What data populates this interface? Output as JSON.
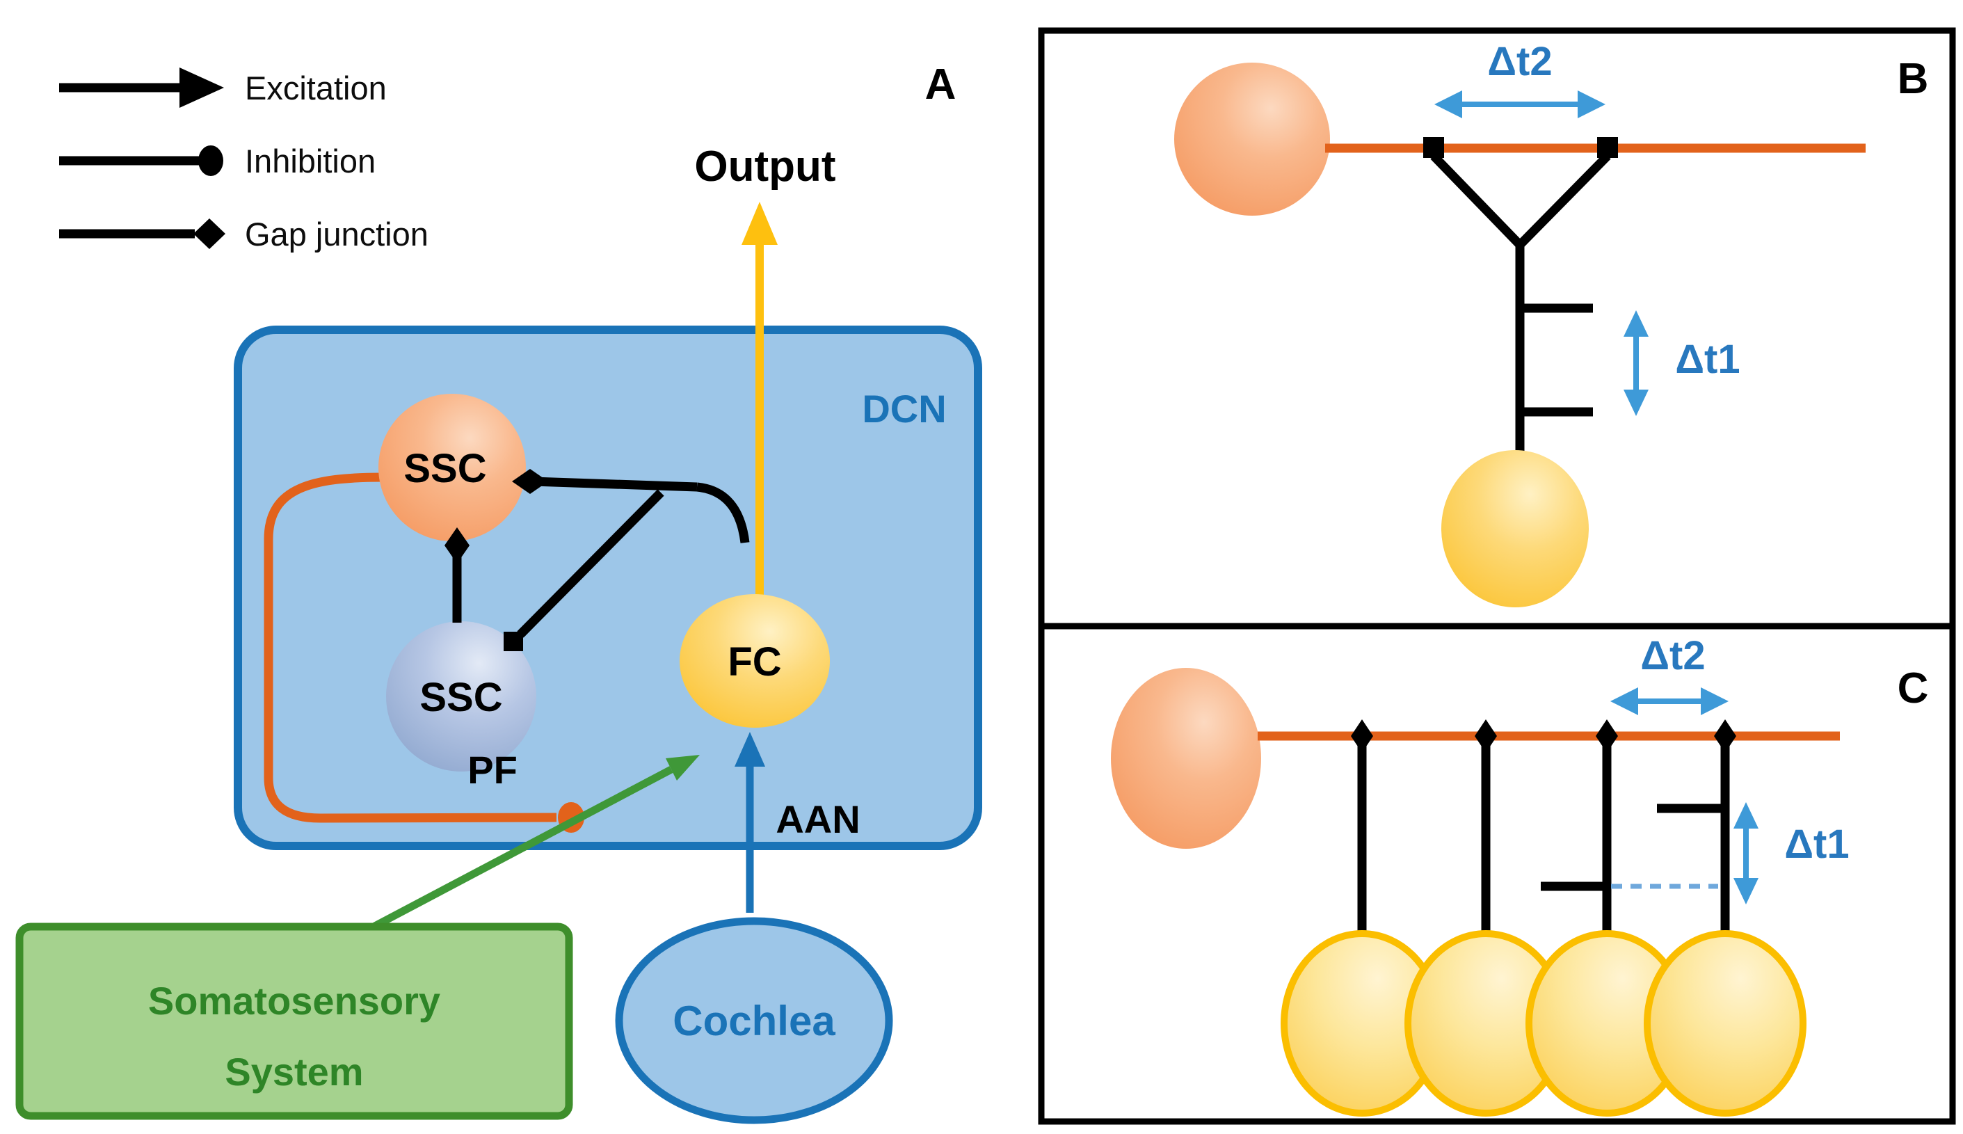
{
  "figure": {
    "legend": {
      "items": [
        {
          "symbol": "excitation-arrow",
          "label": "Excitation"
        },
        {
          "symbol": "inhibition-dot",
          "label": "Inhibition"
        },
        {
          "symbol": "gap-junction-diamond",
          "label": "Gap junction"
        }
      ]
    },
    "panels": {
      "a": {
        "label": "A",
        "output_label": "Output",
        "dcn_label": "DCN",
        "superficial_stellate_cell_top": "SSC",
        "superficial_stellate_cell_bottom": "SSC",
        "fusiform_cell": "FC",
        "parallel_fiber_label": "PF",
        "auditory_afferent_label": "AAN",
        "somatosensory_line1": "Somatosensory",
        "somatosensory_line2": "System",
        "cochlea_label": "Cochlea"
      },
      "b": {
        "label": "B",
        "dt2_label": "Δt2",
        "dt1_label": "Δt1"
      },
      "c": {
        "label": "C",
        "dt2_label": "Δt2",
        "dt1_label": "Δt1"
      }
    }
  },
  "colors": {
    "blue-border": "#1a73b7",
    "panel-fill": "#9dc6e8",
    "orange-line": "#e2621b",
    "yellow": "#fec00f",
    "green-border": "#3e8e2b",
    "green-fill": "#a5d28e",
    "green-text": "#2e8527",
    "green-arrow": "#3f9838",
    "dt-text": "#2878be",
    "dt-arrow": "#3e9ad8",
    "dashed-blue": "#6fa8dc",
    "cell-border": "#fbbe00",
    "ssc-orange": "#f8ab76",
    "ssc-blue": "#a3b9de",
    "fc-yellow": "#fcd45e"
  }
}
